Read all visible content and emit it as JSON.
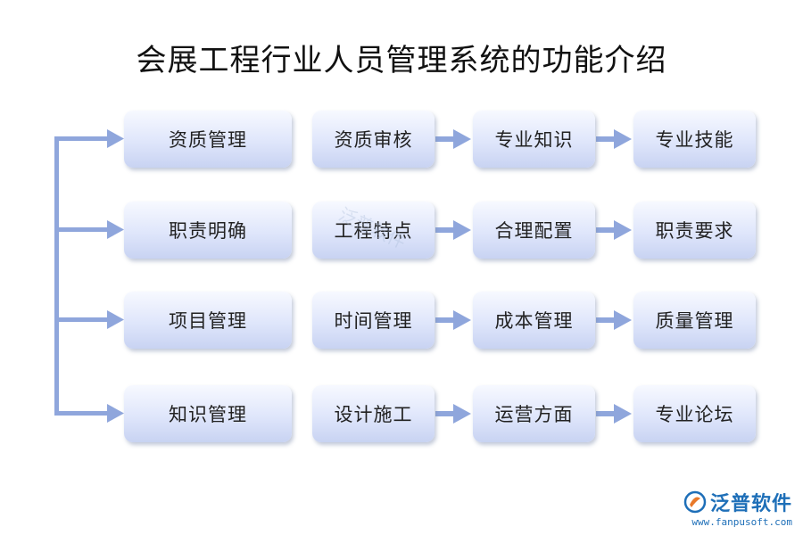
{
  "title": "会展工程行业人员管理系统的功能介绍",
  "rows": [
    {
      "main": "资质管理",
      "steps": [
        "资质审核",
        "专业知识",
        "专业技能"
      ]
    },
    {
      "main": "职责明确",
      "steps": [
        "工程特点",
        "合理配置",
        "职责要求"
      ]
    },
    {
      "main": "项目管理",
      "steps": [
        "时间管理",
        "成本管理",
        "质量管理"
      ]
    },
    {
      "main": "知识管理",
      "steps": [
        "设计施工",
        "运营方面",
        "专业论坛"
      ]
    }
  ],
  "watermark": "泛普软件",
  "logo": {
    "name": "泛普软件",
    "url": "www.fanpusoft.com"
  },
  "colors": {
    "arrow": "#8fa6dc",
    "node_top": "#f7f9ff",
    "node_bottom": "#c8d3f2",
    "logo": "#1e6fb8"
  }
}
